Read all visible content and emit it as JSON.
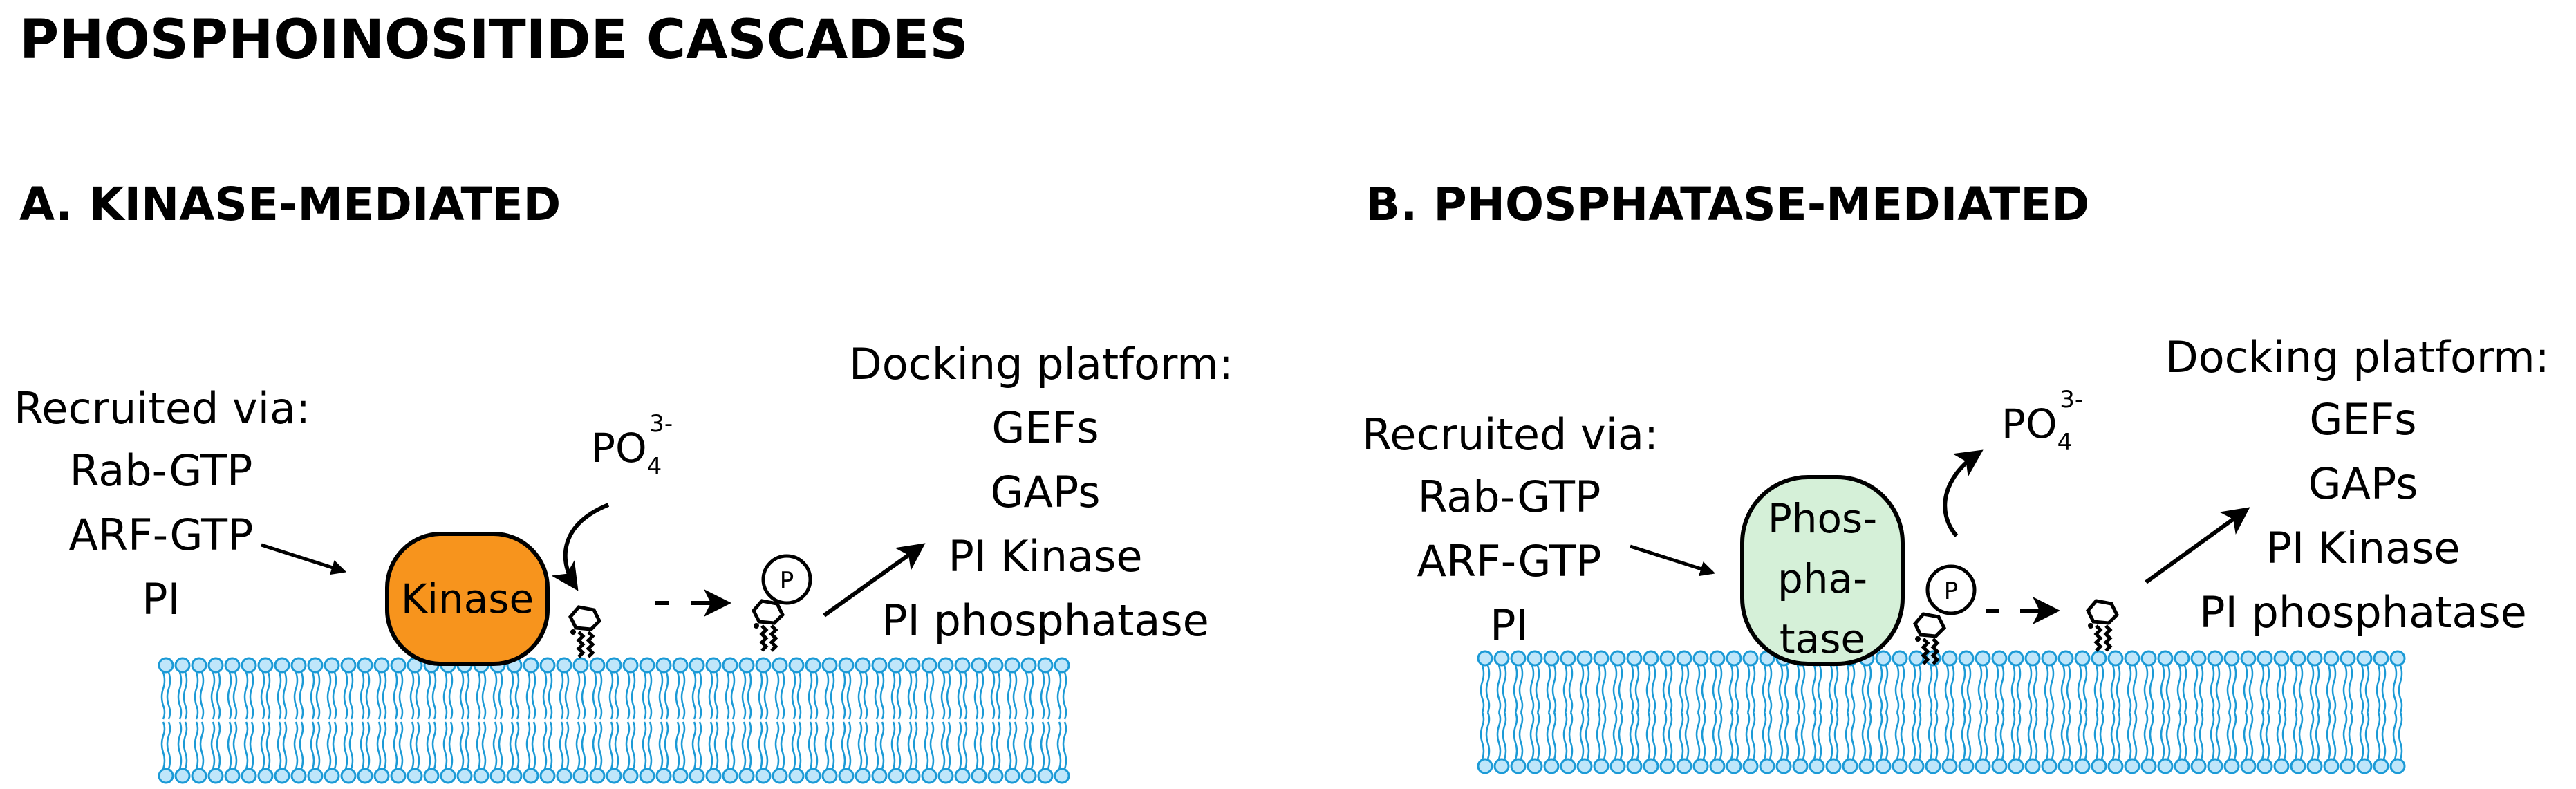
{
  "title": "PHOSPHOINOSITIDE CASCADES",
  "panels": [
    {
      "heading": "A. KINASE-MEDIATED",
      "recruited_title": "Recruited via:",
      "recruited_items": [
        "Rab-GTP",
        "ARF-GTP",
        "PI"
      ],
      "enzyme_lines": [
        "Kinase"
      ],
      "enzyme_color": "#f7941d",
      "phosphate_base": "PO",
      "phosphate_sub": "4",
      "phosphate_charge": "3-",
      "phosphate_direction": "added",
      "p_label": "P",
      "docking_title": "Docking platform:",
      "docking_items": [
        "GEFs",
        "GAPs",
        "PI Kinase",
        "PI phosphatase"
      ]
    },
    {
      "heading": "B. PHOSPHATASE-MEDIATED",
      "recruited_title": "Recruited via:",
      "recruited_items": [
        "Rab-GTP",
        "ARF-GTP",
        "PI"
      ],
      "enzyme_lines": [
        "Phos-",
        "pha-",
        "tase"
      ],
      "enzyme_color": "#d5f0d8",
      "phosphate_base": "PO",
      "phosphate_sub": "4",
      "phosphate_charge": "3-",
      "phosphate_direction": "removed",
      "p_label": "P",
      "docking_title": "Docking platform:",
      "docking_items": [
        "GEFs",
        "GAPs",
        "PI Kinase",
        "PI phosphatase"
      ]
    }
  ],
  "colors": {
    "membrane": "#1b9ad6",
    "membrane_fill": "#bfe6fa",
    "arrow": "#000000"
  }
}
